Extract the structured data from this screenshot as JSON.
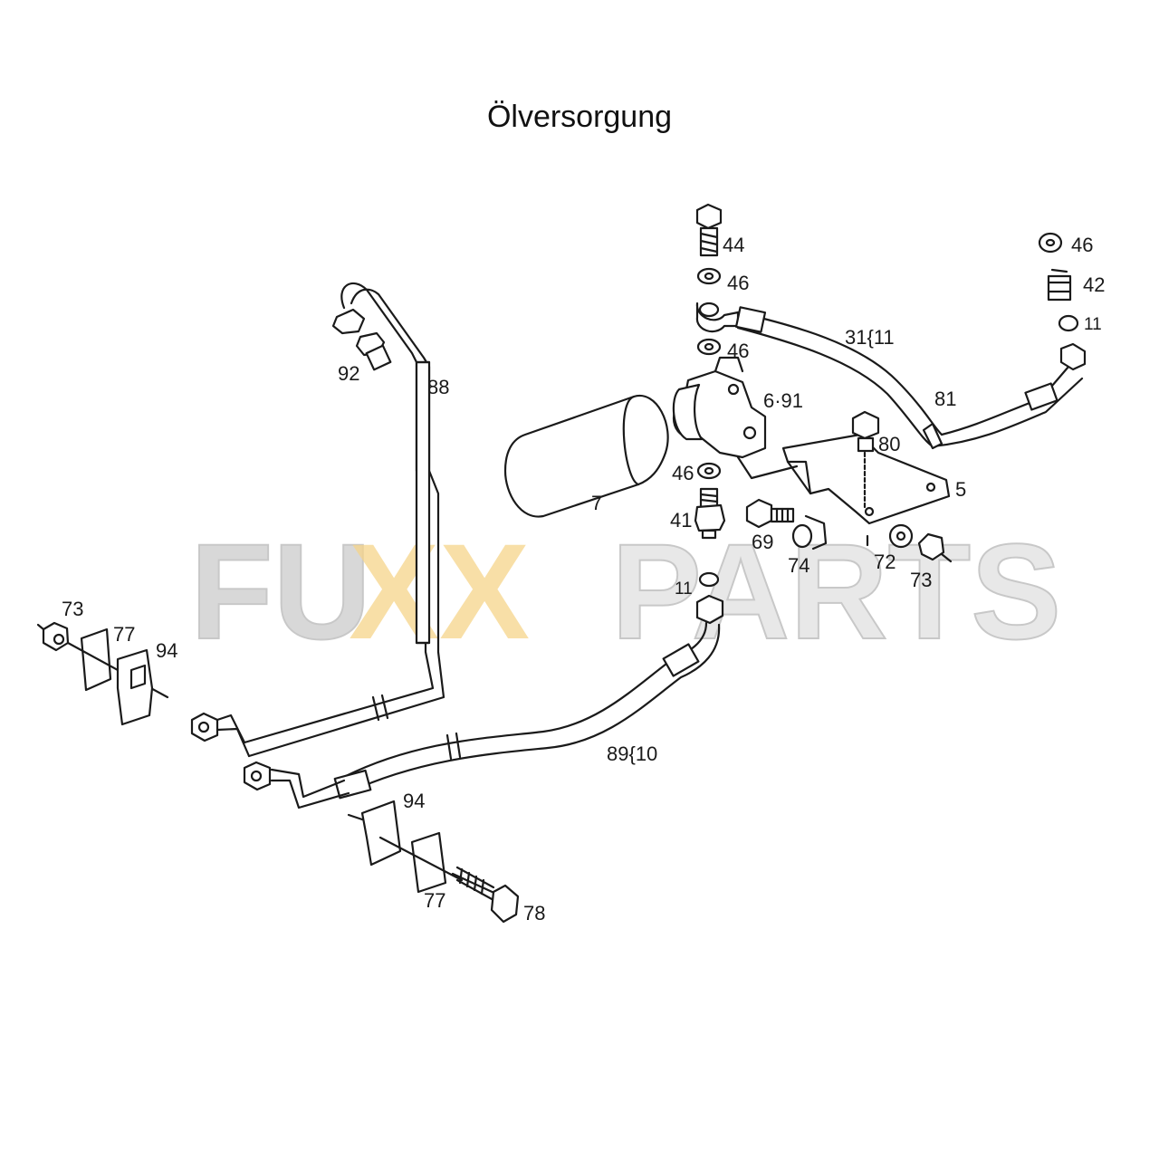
{
  "title": "Ölversorgung",
  "watermark": {
    "part1": "FU",
    "part2": "XX",
    "part3": "PARTS",
    "color_gray": "#d8d8d8",
    "color_yellow": "#f5d48a"
  },
  "labels": {
    "l44": "44",
    "l46a": "46",
    "l46b": "46",
    "l46c": "46",
    "l46d": "46",
    "l42": "42",
    "l11a": "11",
    "l11b": "11",
    "l31": "31{11",
    "l81": "81",
    "l80": "80",
    "l5": "5",
    "l691": "6·91",
    "l7": "7",
    "l41": "41",
    "l69": "69",
    "l74": "74",
    "l72": "72",
    "l73a": "73",
    "l73b": "73",
    "l92": "92",
    "l88": "88",
    "l77a": "77",
    "l77b": "77",
    "l94a": "94",
    "l94b": "94",
    "l89": "89{10",
    "l78": "78"
  }
}
